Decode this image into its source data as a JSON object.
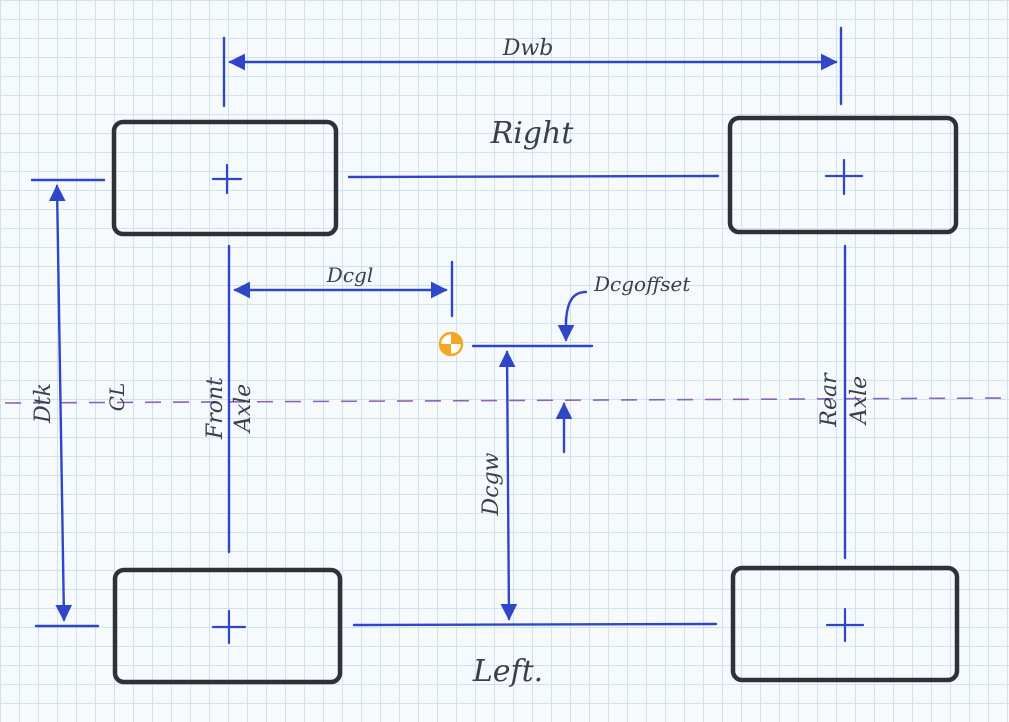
{
  "labels": {
    "wheelbase": "Dwb",
    "right_side": "Right",
    "left_side": "Left.",
    "cg_longitudinal": "Dcgl",
    "cg_offset": "Dcgoffset",
    "cg_lateral": "Dcgw",
    "track_width": "Dtk",
    "centerline": "CL",
    "front_axle_line1": "Front",
    "front_axle_line2": "Axle",
    "rear_axle_line1": "Rear",
    "rear_axle_line2": "Axle"
  },
  "colors": {
    "dimension_lines": "#2f46c8",
    "wheel_outline": "#2e3238",
    "centerline": "#8b63b8",
    "cg_marker": "#f5a623",
    "grid": "#cfe3ef"
  },
  "icons": {
    "cg_marker": "center-of-gravity-icon"
  }
}
